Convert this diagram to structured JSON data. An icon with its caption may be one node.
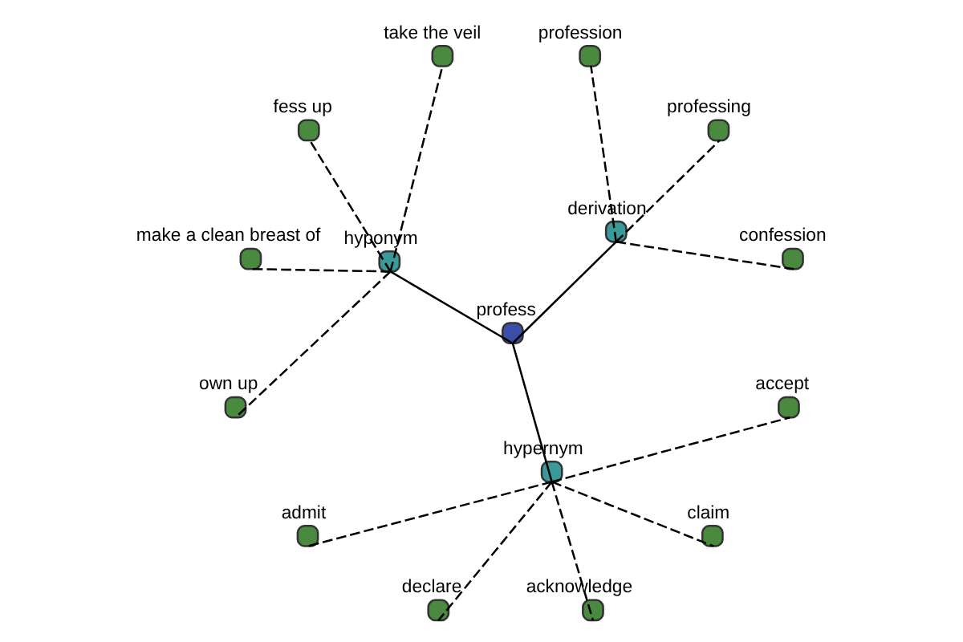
{
  "diagram": {
    "nodes": [
      {
        "text": [
          "profess"
        ]
      },
      {
        "text": [
          "derivation"
        ]
      },
      {
        "text": [
          "hyponym"
        ]
      },
      {
        "text": [
          "hypernym"
        ]
      },
      {
        "text": [
          "confession"
        ]
      },
      {
        "text": [
          "professing"
        ]
      },
      {
        "text": [
          "profession"
        ]
      },
      {
        "text": [
          "take the veil"
        ]
      },
      {
        "text": [
          "fess up"
        ]
      },
      {
        "text": [
          "make a clean breast of"
        ]
      },
      {
        "text": [
          "own up"
        ]
      },
      {
        "text": [
          "admit"
        ]
      },
      {
        "text": [
          "declare"
        ]
      },
      {
        "text": [
          "acknowledge"
        ]
      },
      {
        "text": [
          "claim"
        ]
      },
      {
        "text": [
          "accept"
        ]
      }
    ],
    "edges": [
      {
        "from": 0,
        "to": 1,
        "arrow": "none"
      },
      {
        "from": 0,
        "to": 2,
        "arrow": "none"
      },
      {
        "from": 0,
        "to": 3,
        "arrow": "none"
      },
      {
        "from": 1,
        "to": 4,
        "arrow": "none",
        "style": "dashed"
      },
      {
        "from": 1,
        "to": 5,
        "arrow": "none",
        "style": "dashed"
      },
      {
        "from": 1,
        "to": 6,
        "arrow": "none",
        "style": "dashed"
      },
      {
        "from": 2,
        "to": 7,
        "arrow": "none",
        "style": "dashed"
      },
      {
        "from": 2,
        "to": 8,
        "arrow": "none",
        "style": "dashed"
      },
      {
        "from": 2,
        "to": 9,
        "arrow": "none",
        "style": "dashed"
      },
      {
        "from": 2,
        "to": 10,
        "arrow": "none",
        "style": "dashed"
      },
      {
        "from": 3,
        "to": 11,
        "arrow": "none",
        "style": "dashed"
      },
      {
        "from": 3,
        "to": 12,
        "arrow": "none",
        "style": "dashed"
      },
      {
        "from": 3,
        "to": 13,
        "arrow": "none",
        "style": "dashed"
      },
      {
        "from": 3,
        "to": 14,
        "arrow": "none",
        "style": "dashed"
      },
      {
        "from": 3,
        "to": 15,
        "arrow": "none",
        "style": "dashed"
      }
    ]
  }
}
